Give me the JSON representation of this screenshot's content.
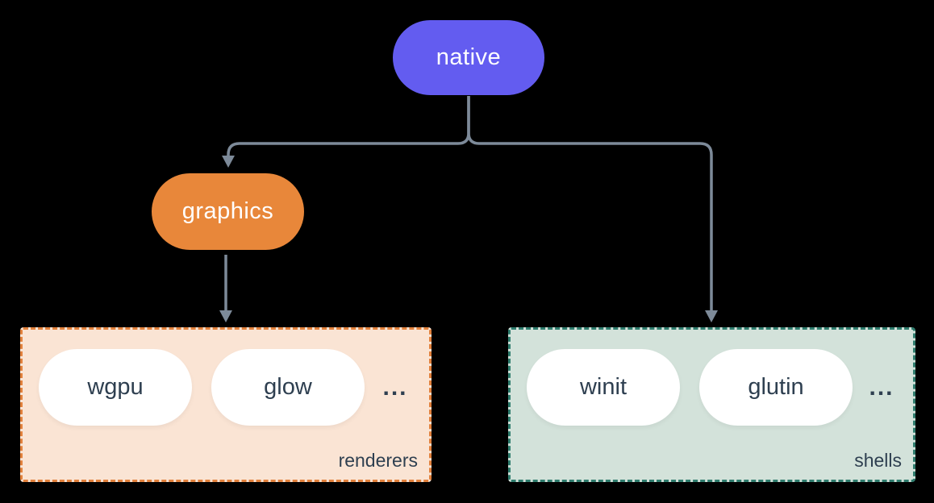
{
  "nodes": {
    "native": {
      "label": "native",
      "color": "#635cf0"
    },
    "graphics": {
      "label": "graphics",
      "color": "#e8873a"
    }
  },
  "groups": [
    {
      "name": "renderers",
      "label": "renderers",
      "items": [
        "wgpu",
        "glow"
      ],
      "ellipsis": "...",
      "bg": "#fae4d4",
      "border": "#e2813c"
    },
    {
      "name": "shells",
      "label": "shells",
      "items": [
        "winit",
        "glutin"
      ],
      "ellipsis": "...",
      "bg": "#d3e2da",
      "border": "#2f7d6e"
    }
  ],
  "colors": {
    "background": "#000000",
    "edge": "#7d8a99",
    "node-text": "#ffffff",
    "pill-bg": "#ffffff",
    "pill-text": "#2e3f50",
    "native-bg": "#635cf0",
    "graphics-bg": "#e8873a",
    "renderers-bg": "#fae4d4",
    "renderers-border": "#e2813c",
    "shells-bg": "#d3e2da",
    "shells-border": "#2f7d6e"
  }
}
